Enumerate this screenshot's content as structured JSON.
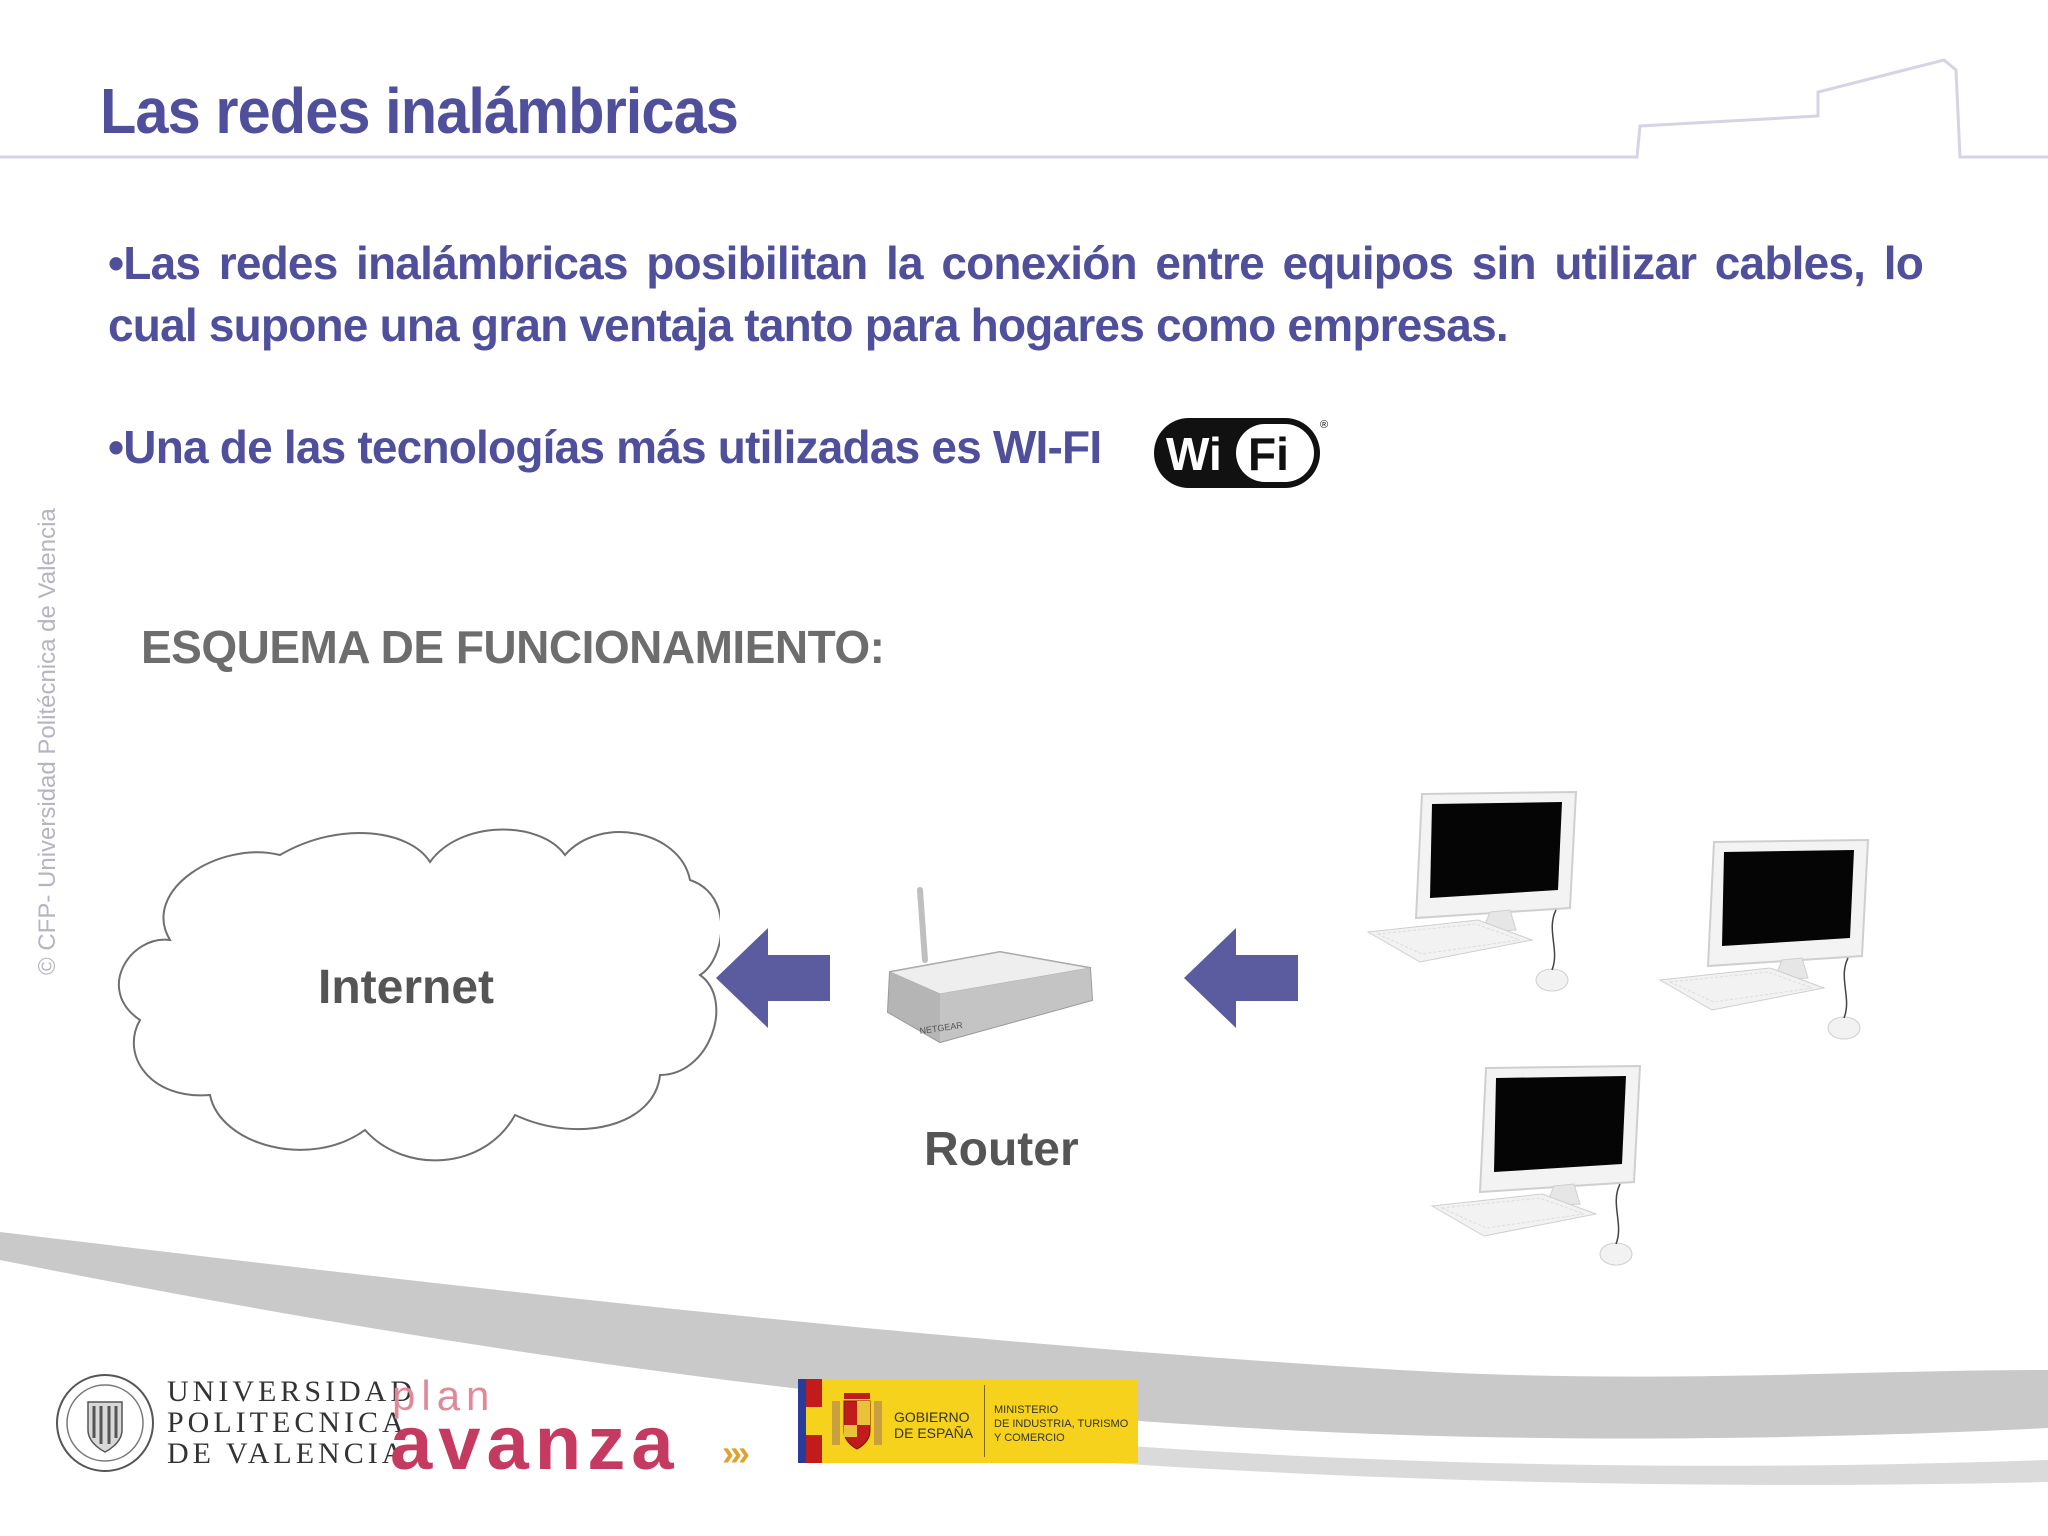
{
  "slide": {
    "title": "Las redes inalámbricas",
    "bullets": [
      "•Las redes inalámbricas posibilitan la conexión entre equipos sin utilizar cables, lo cual supone una gran ventaja tanto para hogares como empresas.",
      "•Una de las tecnologías más utilizadas es WI-FI"
    ],
    "scheme_heading": "ESQUEMA DE FUNCIONAMIENTO:",
    "diagram": {
      "internet_label": "Internet",
      "router_label": "Router",
      "router_brand": "NETGEAR"
    },
    "wifi_logo": {
      "left": "Wi",
      "right": "Fi",
      "reg": "®"
    },
    "side_credit": "© CFP- Universidad Politécnica de Valencia"
  },
  "footer": {
    "upv_lines": [
      "UNIVERSIDAD",
      "POLITECNICA",
      "DE VALENCIA"
    ],
    "plan": "plan",
    "avanza": "avanza",
    "avanza_mark": "›››",
    "gobierno": [
      "GOBIERNO",
      "DE ESPAÑA"
    ],
    "ministerio": [
      "MINISTERIO",
      "DE INDUSTRIA, TURISMO",
      "Y COMERCIO"
    ]
  },
  "colors": {
    "title": "#4f4f9c",
    "arrow": "#5b5ba0",
    "heading_gray": "#6d6d6d",
    "footer_band": "#c9c9c9",
    "gov_yellow": "#f6d21c"
  },
  "icons": [
    "wifi-logo-icon",
    "cloud-icon",
    "arrow-left-icon",
    "router-icon",
    "computer-icon",
    "upv-seal-icon",
    "spain-coat-of-arms-icon"
  ]
}
